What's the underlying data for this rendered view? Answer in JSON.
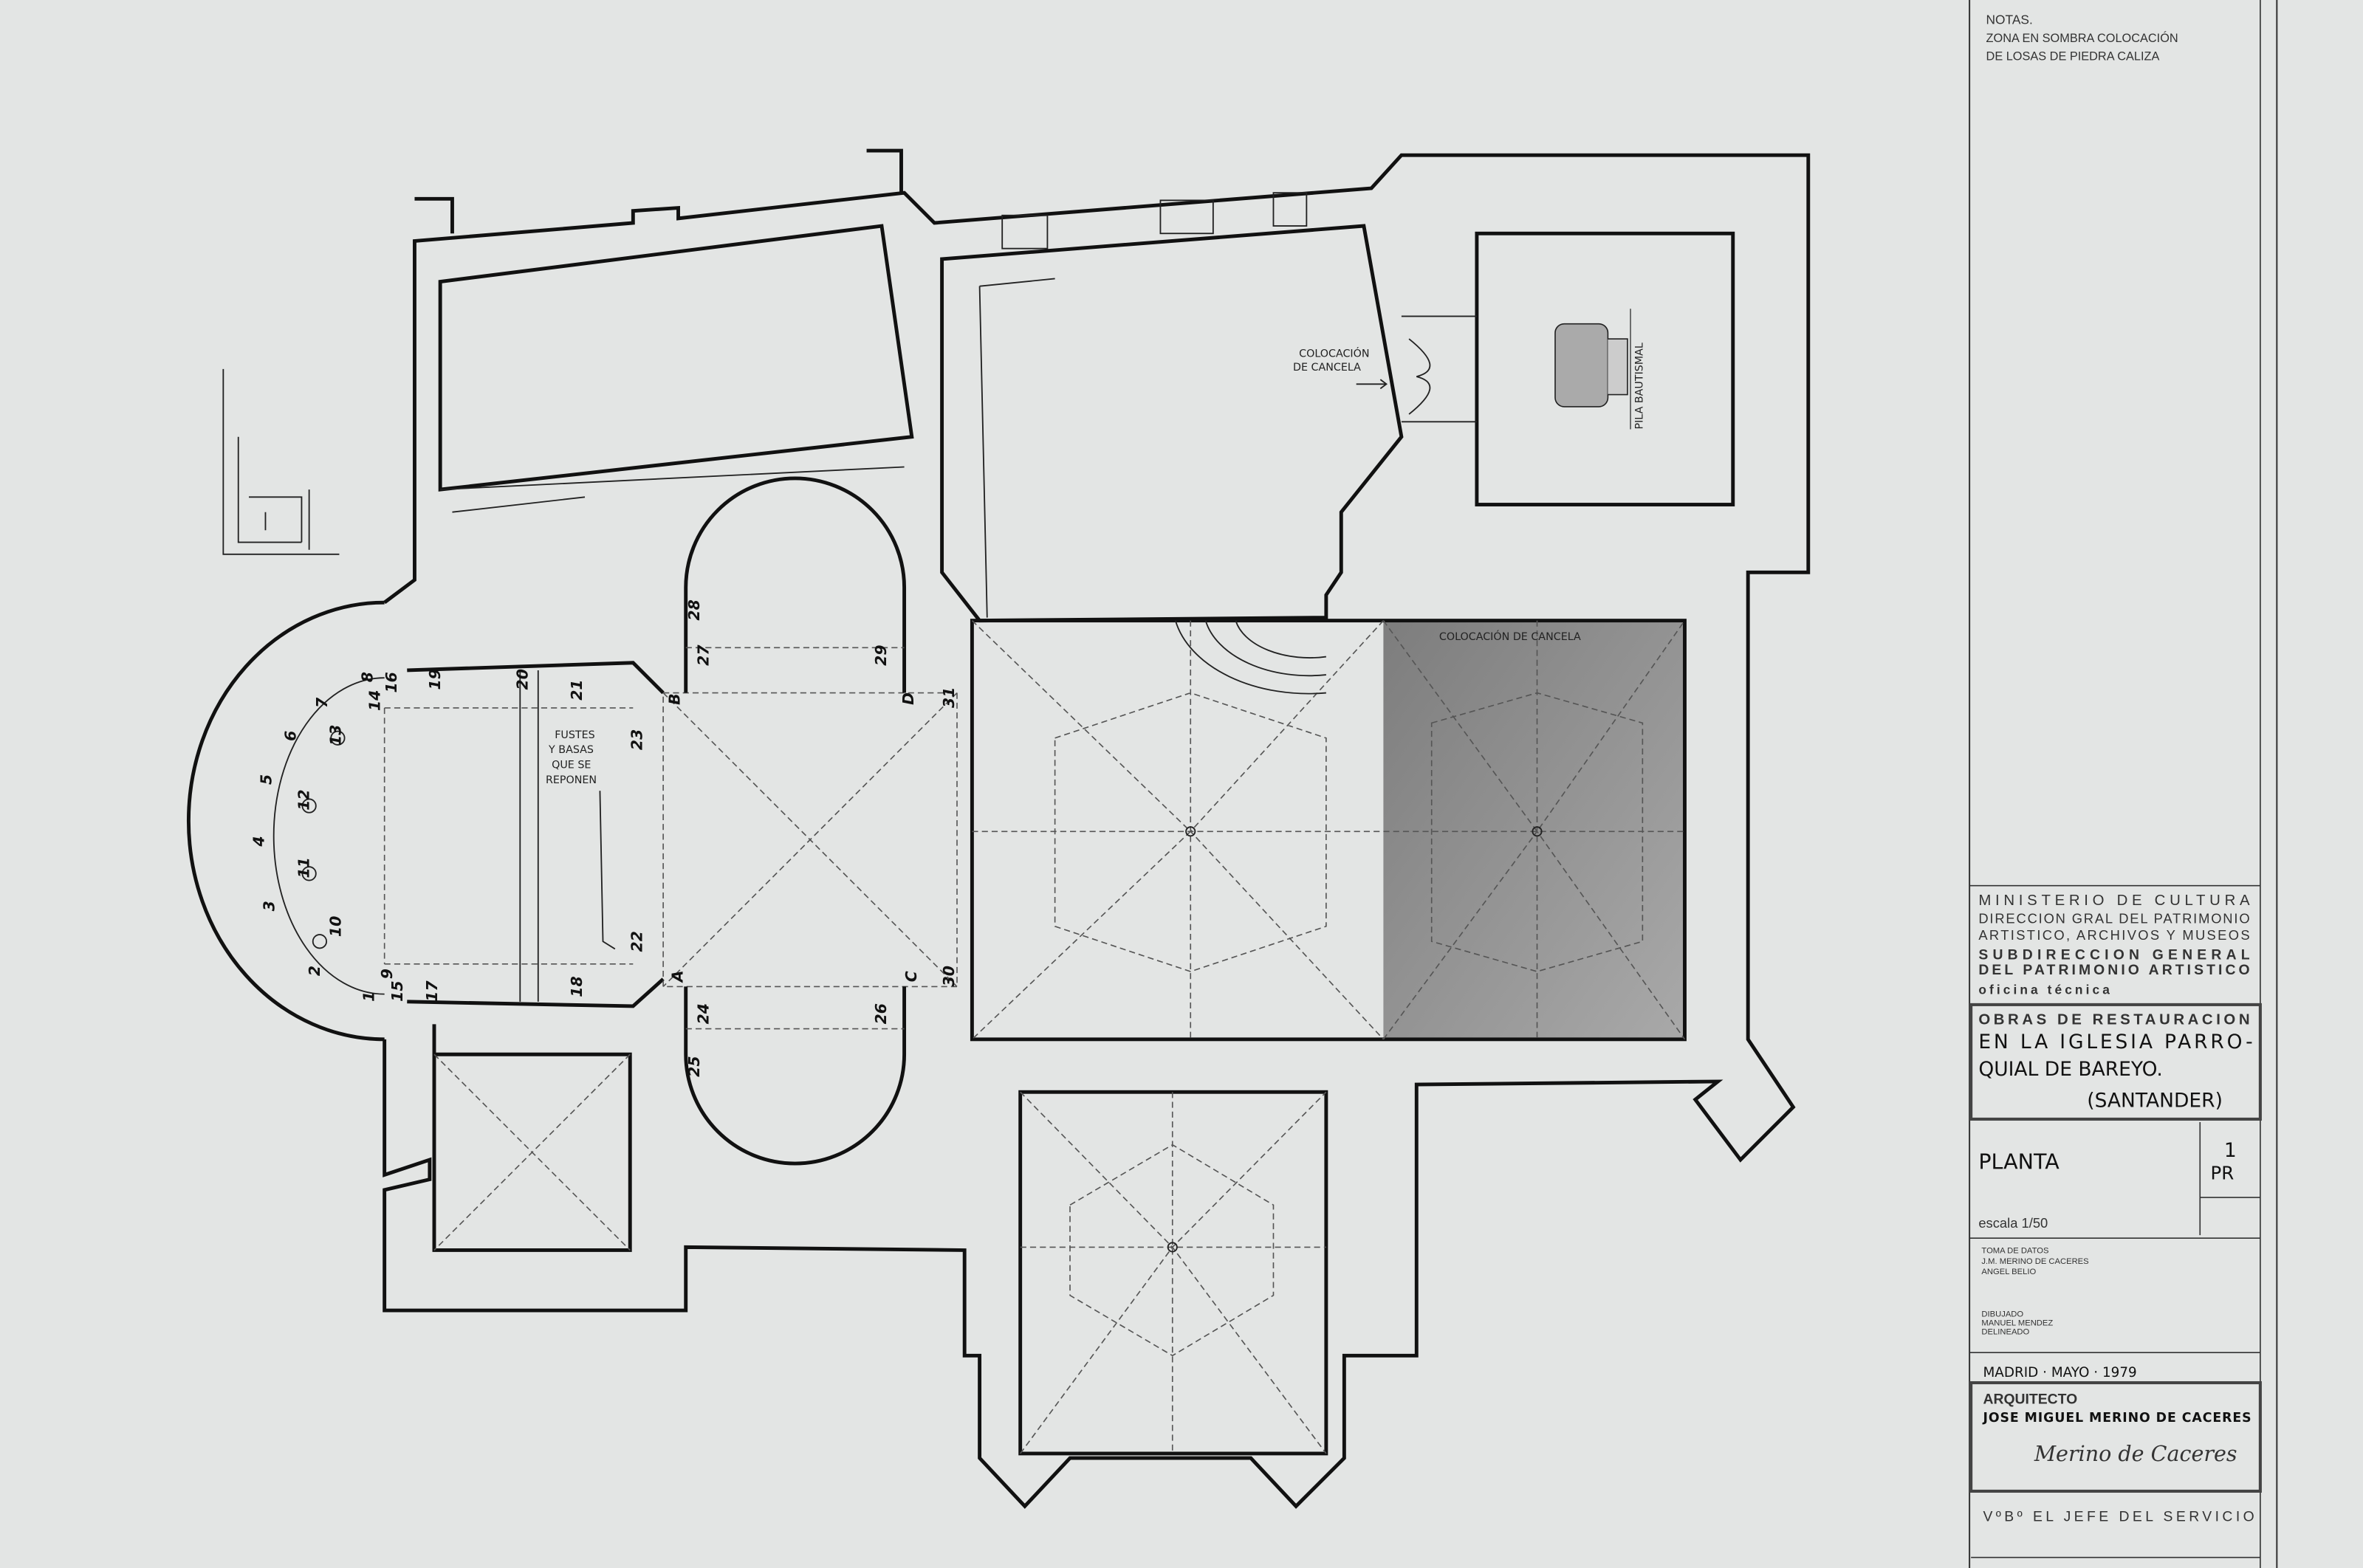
{
  "notes": {
    "heading": "NOTAS.",
    "line1": "ZONA EN SOMBRA COLOCACIÓN",
    "line2": "DE LOSAS DE PIEDRA CALIZA"
  },
  "plan": {
    "cancela_label_1": "COLOCACIÓN",
    "cancela_label_2": "DE CANCELA",
    "cancela_nave_label": "COLOCACIÓN DE CANCELA",
    "pila_label": "PILA BAUTISMAL",
    "fustes": [
      "FUSTES",
      "Y BASAS",
      "QUE SE",
      "REPONEN"
    ],
    "supports": [
      "1",
      "2",
      "3",
      "4",
      "5",
      "6",
      "7",
      "8",
      "9",
      "10",
      "11",
      "12",
      "13",
      "14",
      "15",
      "16",
      "17",
      "18",
      "19",
      "20",
      "21",
      "22",
      "23",
      "24",
      "25",
      "26",
      "27",
      "28",
      "29",
      "30",
      "31",
      "A",
      "B",
      "C",
      "D"
    ]
  },
  "title_block": {
    "ministry": "MINISTERIO DE CULTURA",
    "direccion_1": "DIRECCION GRAL DEL PATRIMONIO",
    "direccion_2": "ARTISTICO, ARCHIVOS Y MUSEOS",
    "subdireccion_1": "SUBDIRECCION GENERAL",
    "subdireccion_2": "DEL PATRIMONIO ARTISTICO",
    "oficina": "oficina técnica",
    "obras_heading": "OBRAS DE RESTAURACION",
    "obras_1": "EN LA IGLESIA PARRO-",
    "obras_2": "QUIAL DE BAREYO.",
    "obras_3": "(SANTANDER)",
    "sheet_title": "PLANTA",
    "sheet_number": "1",
    "sheet_code": "PR",
    "scale": "escala 1/50",
    "toma_label": "TOMA DE DATOS",
    "toma_1": "J.M. MERINO DE CACERES",
    "toma_2": "ANGEL BELIO",
    "dibujado_label": "DIBUJADO",
    "dibujado_name": "MANUEL MENDEZ",
    "delineado_label": "DELINEADO",
    "place_date": "MADRID · MAYO · 1979",
    "arquitecto_label": "ARQUITECTO",
    "arquitecto_name": "JOSE MIGUEL MERINO DE CACERES",
    "signature": "Merino de Caceres",
    "vb": "VºBº EL JEFE DEL SERVICIO"
  },
  "colors": {
    "paper": "#e3e5e4",
    "ink": "#111111",
    "shade": "#8f8f8f"
  }
}
